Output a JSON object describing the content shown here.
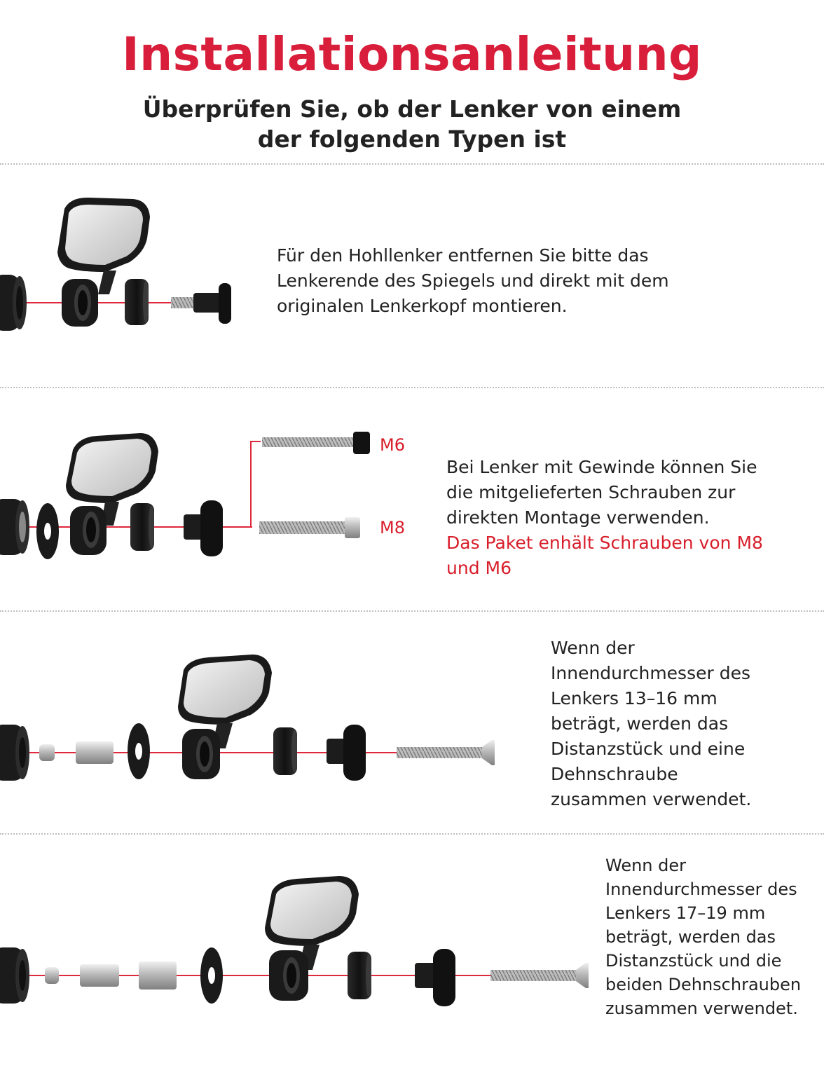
{
  "title": "Installationsanleitung",
  "subtitle": {
    "line1": "Überprüfen Sie, ob der Lenker von einem",
    "line2": "der folgenden Typen ist"
  },
  "sections": [
    {
      "lines": [
        "Für den Hohllenker entfernen Sie bitte das",
        "Lenkerende des Spiegels und direkt mit dem",
        "originalen Lenkerkopf montieren."
      ]
    },
    {
      "lines": [
        "Bei Lenker mit Gewinde können Sie",
        "die mitgelieferten Schrauben zur",
        "direkten Montage verwenden."
      ],
      "highlight_lines": [
        "Das Paket enhält Schrauben von M8",
        "und M6"
      ],
      "screw_labels": [
        "M6",
        "M8"
      ]
    },
    {
      "lines": [
        "Wenn der",
        "Innendurchmesser des",
        "Lenkers 13–16 mm",
        "beträgt, werden das",
        "Distanzstück und eine",
        "Dehnschraube",
        "zusammen verwendet."
      ]
    },
    {
      "lines": [
        "Wenn der",
        "Innendurchmesser des",
        "Lenkers 17–19 mm",
        "beträgt, werden das",
        "Distanzstück und die",
        "beiden Dehnschrauben",
        "zusammen verwendet."
      ]
    }
  ],
  "colors": {
    "accent": "#d81e3a",
    "highlight_text": "#d81e2a",
    "axis_line": "#e0283c",
    "divider": "#bfbfbf"
  }
}
